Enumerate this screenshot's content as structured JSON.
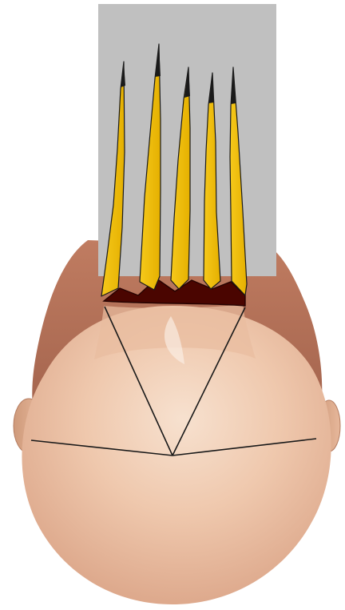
{
  "figure": {
    "colors": {
      "background": "#ffffff",
      "panel": "#c0c0c0",
      "skin_light": "#f2d1ba",
      "skin_mid": "#e7b89b",
      "skin_dark": "#c98d72",
      "hair": "#a86c55",
      "spike_fill": "#f4c418",
      "spike_shadow": "#d59e00",
      "base_dark": "#4a0500",
      "stroke": "#1a1a1a"
    },
    "parts": [
      "rectangular-panel",
      "five-spikes",
      "spike-base",
      "triangle-lines",
      "head",
      "ears",
      "horizontal-line"
    ]
  }
}
